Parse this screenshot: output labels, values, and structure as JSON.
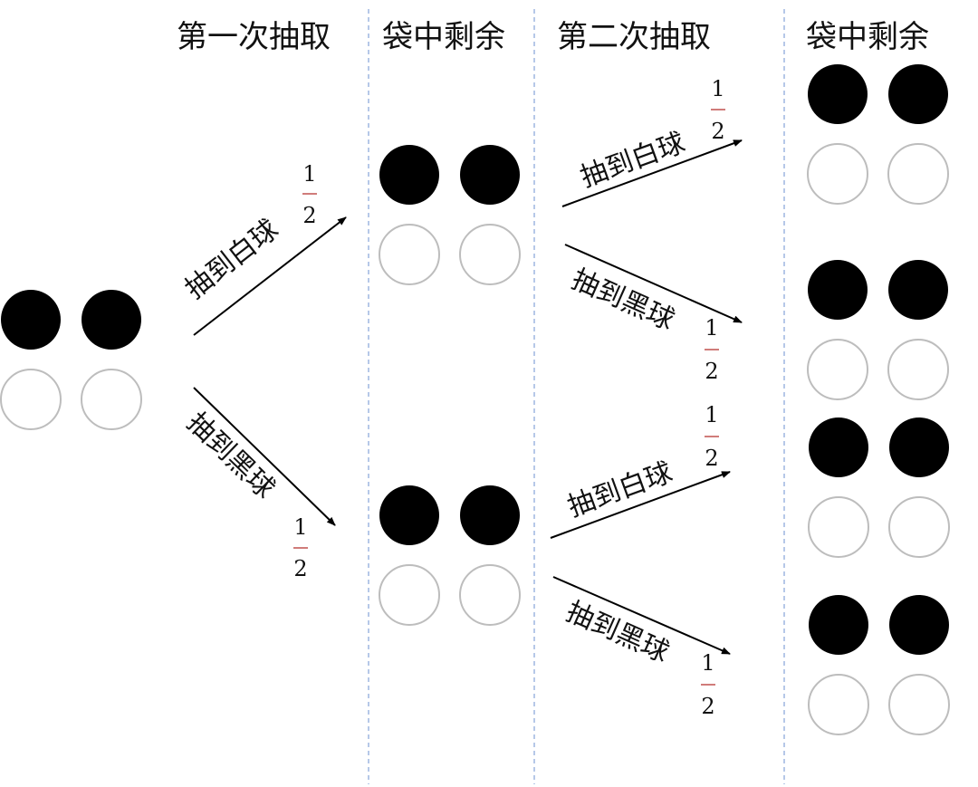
{
  "headers": {
    "first_draw": "第一次抽取",
    "remaining_1": "袋中剩余",
    "second_draw": "第二次抽取",
    "remaining_2": "袋中剩余"
  },
  "branches": {
    "first_white": {
      "label": "抽到白球",
      "prob_num": "1",
      "prob_den": "2"
    },
    "first_black": {
      "label": "抽到黑球",
      "prob_num": "1",
      "prob_den": "2"
    },
    "second_top_white": {
      "label": "抽到白球",
      "prob_num": "1",
      "prob_den": "2"
    },
    "second_top_black": {
      "label": "抽到黑球",
      "prob_num": "1",
      "prob_den": "2"
    },
    "second_bottom_white": {
      "label": "抽到白球",
      "prob_num": "1",
      "prob_den": "2"
    },
    "second_bottom_black": {
      "label": "抽到黑球",
      "prob_num": "1",
      "prob_den": "2"
    }
  },
  "colors": {
    "black_ball": "#000000",
    "white_ball_outline": "#bdbdbd",
    "divider": "#8faadc",
    "fraction_bar": "#c0504d",
    "arrow": "#000000"
  }
}
